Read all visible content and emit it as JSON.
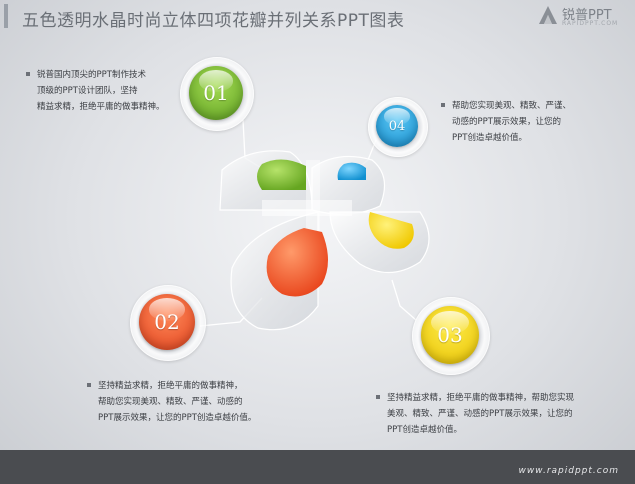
{
  "header": {
    "title": "五色透明水晶时尚立体四项花瓣并列关系PPT图表",
    "logo_text": "锐普PPT",
    "logo_sub": "RAPIDPPT.COM"
  },
  "items": [
    {
      "number": "01",
      "color": "#79b832",
      "lines": [
        "锐普国内顶尖的PPT制作技术",
        "顶级的PPT设计团队，坚持",
        "精益求精，拒绝平庸的做事精神。"
      ]
    },
    {
      "number": "02",
      "color": "#f0562b",
      "lines": [
        "坚持精益求精，拒绝平庸的做事精神，",
        "帮助您实现美观、精致、严谨、动感的",
        "PPT展示效果，让您的PPT创造卓越价值。"
      ]
    },
    {
      "number": "03",
      "color": "#f0d500",
      "lines": [
        "坚持精益求精，拒绝平庸的做事精神，帮助您实现",
        "美观、精致、严谨、动感的PPT展示效果，让您的",
        "PPT创造卓越价值。"
      ]
    },
    {
      "number": "04",
      "color": "#1fa7e0",
      "lines": [
        "帮助您实现美观、精致、严谨、",
        "动感的PPT展示效果，让您的",
        "PPT创造卓越价值。"
      ]
    }
  ],
  "footer": {
    "url": "www.rapidppt.com"
  }
}
